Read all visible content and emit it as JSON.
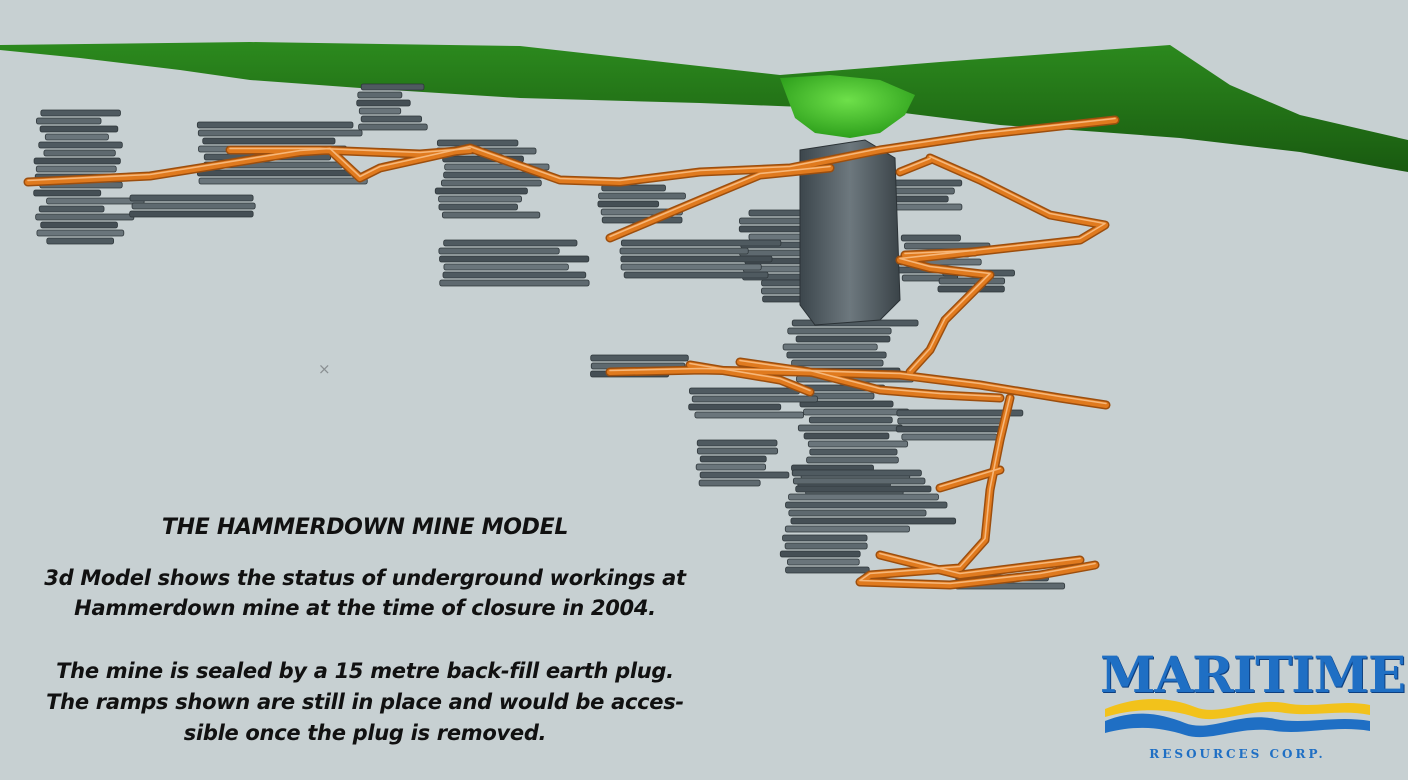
{
  "caption": {
    "title": "THE HAMMERDOWN MINE MODEL",
    "paragraph1_line1": "3d Model shows the status of underground workings at",
    "paragraph1_line2": "Hammerdown mine at the time of closure in 2004.",
    "paragraph2_line1": "The mine is sealed by a 15 metre back-fill earth plug.",
    "paragraph2_line2": "The ramps shown are still in place and would be acces-",
    "paragraph2_line3": "sible once the plug is removed."
  },
  "logo": {
    "name": "MARITIME",
    "tagline": "RESOURCES CORP."
  },
  "marker_glyph": "×",
  "colors": {
    "background": "#c7d0d2",
    "surface": "#1f6e14",
    "plug": "#3fbf2a",
    "ramp": "#e07a1e",
    "workings": "#4f5a60",
    "logo_blue": "#1f6fc4",
    "logo_yellow": "#f2c21b"
  }
}
